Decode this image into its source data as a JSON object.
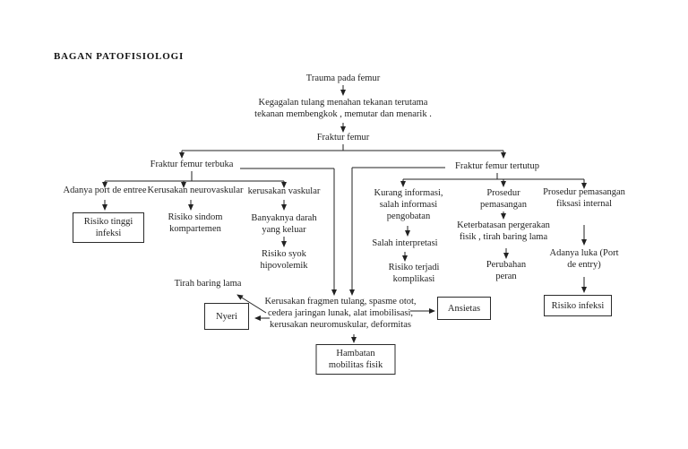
{
  "title": "BAGAN PATOFISIOLOGI",
  "colors": {
    "background": "#ffffff",
    "ink": "#1f1f1f",
    "line": "#222222"
  },
  "diagram": {
    "nodes": {
      "trauma": "Trauma pada femur",
      "kegagalan": "Kegagalan tulang menahan tekanan terutama\ntekanan membengkok , memutar dan menarik .",
      "fraktur": "Fraktur femur",
      "terbuka": "Fraktur femur terbuka",
      "tertutup": "Fraktur femur tertutup",
      "port_de_entree": "Adanya port de entree",
      "neurovaskular": "Kerusakan neurovaskular",
      "vaskular": "kerusakan vaskular",
      "risiko_tinggi_infeksi": "Risiko tinggi\ninfeksi",
      "sindom_kompartemen": "Risiko sindom\nkompartemen",
      "banyaknya_darah": "Banyaknya darah\nyang keluar",
      "risiko_syok": "Risiko syok\nhipovolemik",
      "kurang_informasi": "Kurang informasi,\nsalah informasi\npengobatan",
      "salah_interpretasi": "Salah interpretasi",
      "risiko_komplikasi": "Risiko terjadi\nkomplikasi",
      "prosedur_pemasangan": "Prosedur\npemasangan",
      "keterbatasan": "Keterbatasan pergerakan\nfisik , tirah baring lama",
      "perubahan_peran": "Perubahan\nperan",
      "prosedur_fiksasi": "Prosedur pemasangan\nfiksasi internal",
      "adanya_luka": "Adanya luka (Port\nde entry)",
      "risiko_infeksi": "Risiko infeksi",
      "tirah_baring": "Tirah baring lama",
      "kerusakan_fragmen": "Kerusakan fragmen tulang, spasme otot,\ncedera jaringan lunak, alat imobilisasi,\nkerusakan neuromuskular, deformitas",
      "nyeri": "Nyeri",
      "ansietas": "Ansietas",
      "hambatan": "Hambatan\nmobilitas fisik"
    }
  }
}
